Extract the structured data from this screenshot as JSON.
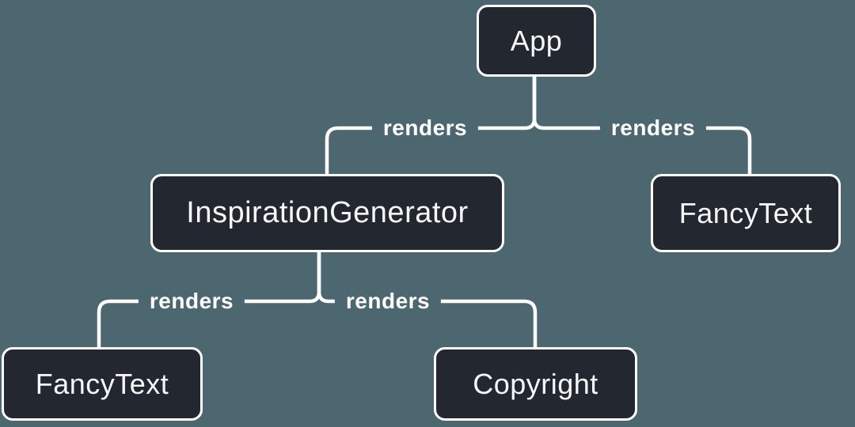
{
  "diagram": {
    "type": "component-render-tree",
    "colors": {
      "background": "#4C6770",
      "node_fill": "#23272F",
      "node_border": "#FFFFFF",
      "node_text": "#F6F7F9",
      "connector": "#FFFFFF",
      "edge_label_text": "#FFFFFF"
    },
    "nodes": {
      "app": {
        "label": "App"
      },
      "inspiration_generator": {
        "label": "InspirationGenerator"
      },
      "fancy_text_right": {
        "label": "FancyText"
      },
      "fancy_text_left": {
        "label": "FancyText"
      },
      "copyright": {
        "label": "Copyright"
      }
    },
    "edges": [
      {
        "from": "App",
        "to": "InspirationGenerator",
        "label": "renders"
      },
      {
        "from": "App",
        "to": "FancyText",
        "label": "renders"
      },
      {
        "from": "InspirationGenerator",
        "to": "FancyText",
        "label": "renders"
      },
      {
        "from": "InspirationGenerator",
        "to": "Copyright",
        "label": "renders"
      }
    ]
  }
}
